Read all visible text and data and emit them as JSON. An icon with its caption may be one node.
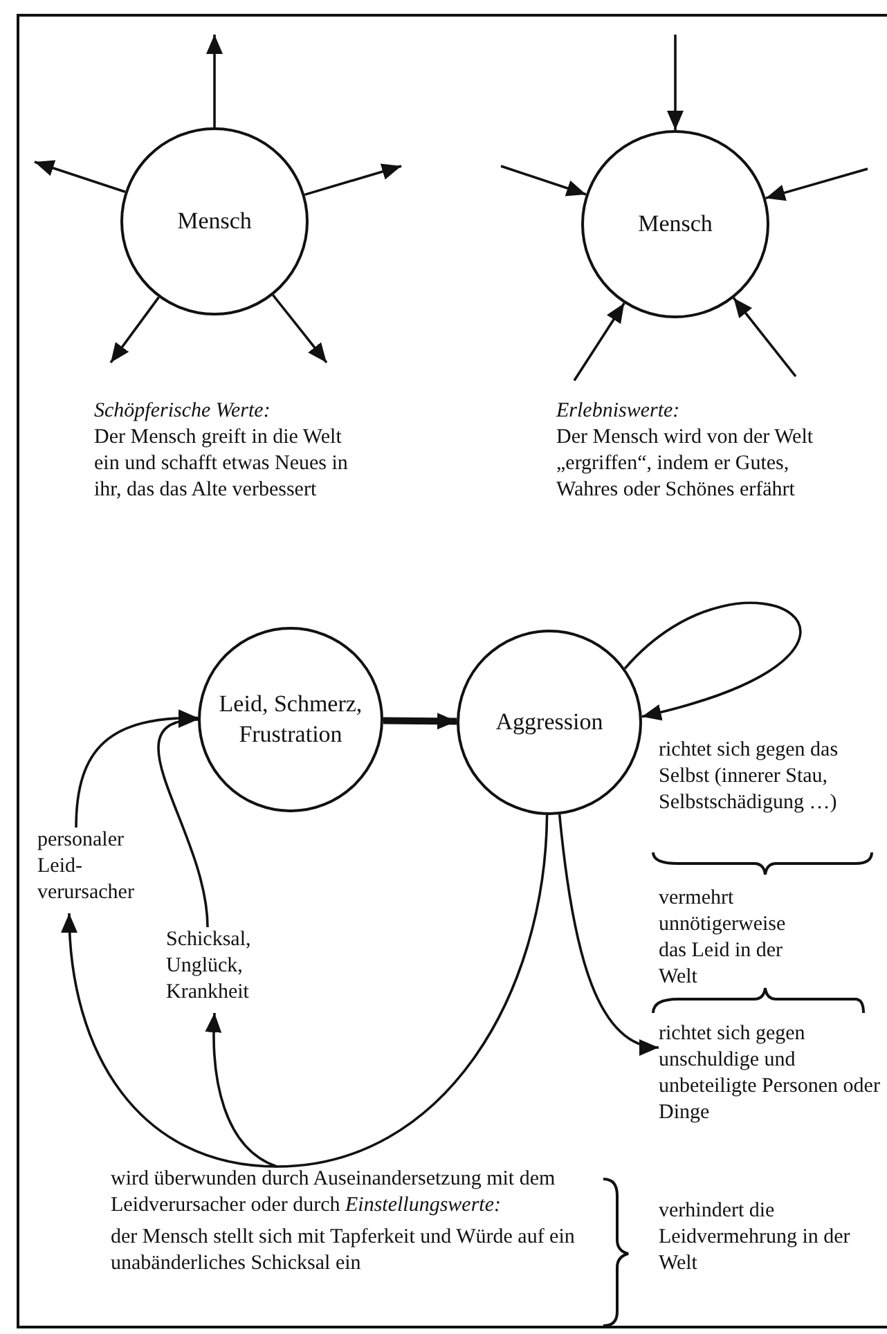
{
  "diagram": {
    "nodes": [
      {
        "text": [
          "Mensch"
        ],
        "beside": [
          "Schöpferische Werte:",
          "Der Mensch greift in die Welt ein und schafft etwas Neues in ihr, das das Alte verbessert"
        ]
      },
      {
        "text": [
          "Mensch"
        ],
        "beside": [
          "Erlebniswerte:",
          "Der Mensch wird von der Welt „ergriffen“, indem er Gutes, Wahres oder Schönes erfährt"
        ]
      },
      {
        "text": [
          "Leid, Schmerz, Frustration"
        ]
      },
      {
        "text": [
          "Aggression"
        ],
        "beside": [
          "richtet sich gegen das Selbst (innerer Stau, Selbstschädigung …)"
        ]
      },
      {
        "text": [
          "personaler Leid-verursacher"
        ]
      },
      {
        "text": [
          "Schicksal, Unglück, Krankheit"
        ]
      },
      {
        "text": [
          "richtet sich gegen unschuldige und unbeteiligte Personen oder Dinge"
        ]
      },
      {
        "text": [
          "wird überwunden durch Auseinandersetzung mit dem Leidverursacher oder durch *Einstellungswerte:*",
          "der Mensch stellt sich mit Tapferkeit und Würde auf ein unabänderliches Schicksal ein"
        ]
      }
    ],
    "edges": [
      {
        "from": 0,
        "to": null,
        "arrow": "to"
      },
      {
        "from": 0,
        "to": null,
        "arrow": "to"
      },
      {
        "from": 0,
        "to": null,
        "arrow": "to"
      },
      {
        "from": 0,
        "to": null,
        "arrow": "to"
      },
      {
        "from": 0,
        "to": null,
        "arrow": "to"
      },
      {
        "from": null,
        "to": 1,
        "arrow": "to"
      },
      {
        "from": null,
        "to": 1,
        "arrow": "to"
      },
      {
        "from": null,
        "to": 1,
        "arrow": "to"
      },
      {
        "from": null,
        "to": 1,
        "arrow": "to"
      },
      {
        "from": null,
        "to": 1,
        "arrow": "to"
      },
      {
        "from": 2,
        "to": 3,
        "arrow": "to",
        "style": "thick"
      },
      {
        "from": 3,
        "to": 3,
        "arrow": "to"
      },
      {
        "from": 4,
        "to": 2,
        "arrow": "to"
      },
      {
        "from": 5,
        "to": 2,
        "arrow": "to"
      },
      {
        "from": 3,
        "to": 7,
        "arrow": "none"
      },
      {
        "from": 7,
        "to": 4,
        "arrow": "to"
      },
      {
        "from": 7,
        "to": 5,
        "arrow": "to"
      },
      {
        "from": 3,
        "to": 6,
        "arrow": "to"
      }
    ],
    "labels": [
      "vermehrt unnötigerweise das Leid in der Welt",
      "verhindert die Leidvermehrung in der Welt"
    ]
  }
}
